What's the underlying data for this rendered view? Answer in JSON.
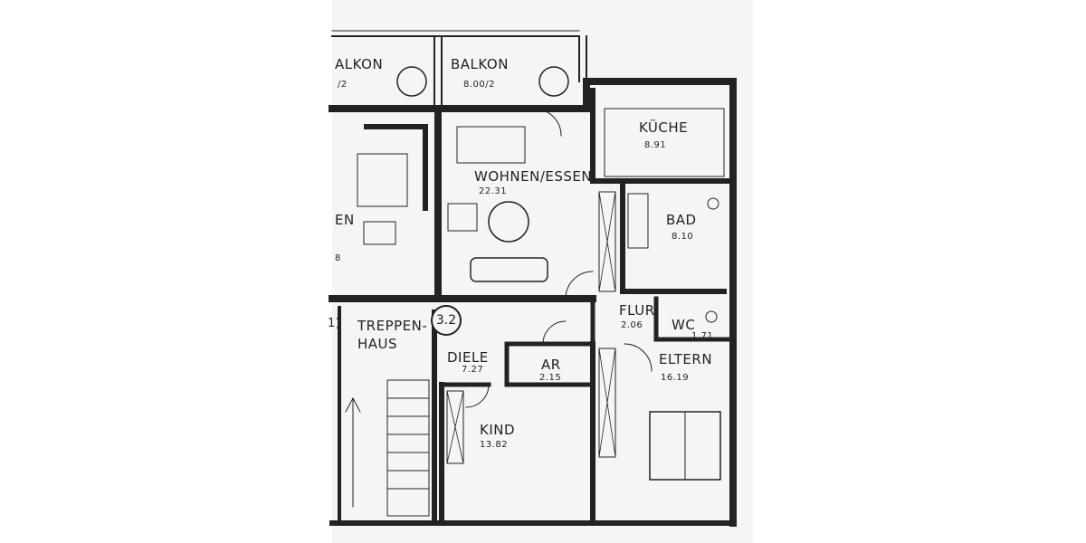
{
  "plan": {
    "rooms": [
      {
        "id": "balkon-left",
        "name": "ALKON",
        "area": "/2"
      },
      {
        "id": "balkon",
        "name": "BALKON",
        "area": "8.00/2"
      },
      {
        "id": "kueche",
        "name": "KÜCHE",
        "area": "8.91"
      },
      {
        "id": "wohnen-essen",
        "name": "WOHNEN/ESSEN",
        "area": "22.31"
      },
      {
        "id": "bad",
        "name": "BAD",
        "area": "8.10"
      },
      {
        "id": "wohnen-left",
        "name": "EN",
        "area": "8"
      },
      {
        "id": "treppenhaus",
        "name": "TREPPEN-\nHAUS",
        "area": ""
      },
      {
        "id": "flur",
        "name": "FLUR",
        "area": "2.06"
      },
      {
        "id": "wc",
        "name": "WC",
        "area": "1.71"
      },
      {
        "id": "diele",
        "name": "DIELE",
        "area": "7.27"
      },
      {
        "id": "ar",
        "name": "AR",
        "area": "2.15"
      },
      {
        "id": "eltern",
        "name": "ELTERN",
        "area": "16.19"
      },
      {
        "id": "kind",
        "name": "KIND",
        "area": "13.82"
      }
    ],
    "unit_badge": "3.2",
    "left_badge_fragment": "1)"
  },
  "colors": {
    "ink": "#222222",
    "paper": "#f6f5f5",
    "background": "#ffffff"
  }
}
